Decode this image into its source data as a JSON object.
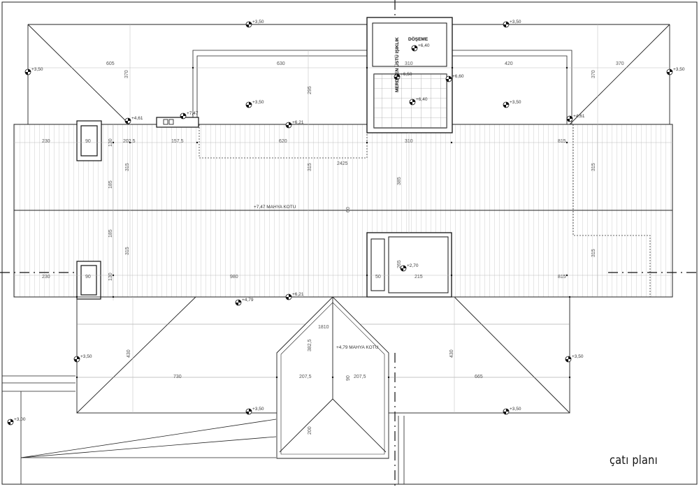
{
  "title": "çatı planı",
  "labels": {
    "doseme": "DÖŞEME",
    "merdiven": "MERDİVEN ÜSTÜ IŞIKLIK",
    "mahya_upper": "+7,47 MAHYA KOTU",
    "mahya_lower": "+4,79 MAHYA KOTU"
  },
  "levels": {
    "l_top_left": "+3,50",
    "l_top_right": "+3,50",
    "l_left_edge": "+3,50",
    "l_right_edge": "+3,50",
    "l_center_a": "+3,50",
    "l_center_b": "+3,50",
    "l_461a": "+4,61",
    "l_461b": "+4,61",
    "l_747": "+7,47",
    "l_621a": "+6,21",
    "l_621b": "+6,21",
    "l_640": "+6,40",
    "l_660": "+6,60",
    "l_650": "+6,50",
    "l_640b": "+6,40",
    "l_270": "+2,70",
    "l_479": "+4,79",
    "l_lower_left": "+3,50",
    "l_lower_right": "+3,50",
    "l_bottom_mid": "+3,50",
    "l_bottom_right": "+3,50",
    "l_far_left": "+3,00"
  },
  "dims": {
    "d605": "605",
    "d370a": "370",
    "d630": "630",
    "d295": "295",
    "d310a": "310",
    "d420": "420",
    "d370b": "370",
    "d370c": "370",
    "d230a": "230",
    "d90a": "90",
    "d130a": "130",
    "d2025": "202,5",
    "d1575": "157,5",
    "d620": "620",
    "d310b": "310",
    "d815a": "815",
    "d315a": "315",
    "d316": "315",
    "d2425": "2425",
    "d385": "385",
    "d315b": "315",
    "d185a": "185",
    "d185b": "185",
    "d315c": "315",
    "d60": "60",
    "d230b": "230",
    "d90b": "90",
    "d130b": "130",
    "d980": "980",
    "d50": "50",
    "d265": "265",
    "d215": "215",
    "d815b": "815",
    "d315d": "315",
    "d1810": "1810",
    "d3825": "382,5",
    "d430a": "430",
    "d430b": "430",
    "d730": "730",
    "d2075a": "207,5",
    "d2075b": "207,5",
    "d90c": "90",
    "d665": "665",
    "d200": "200"
  }
}
